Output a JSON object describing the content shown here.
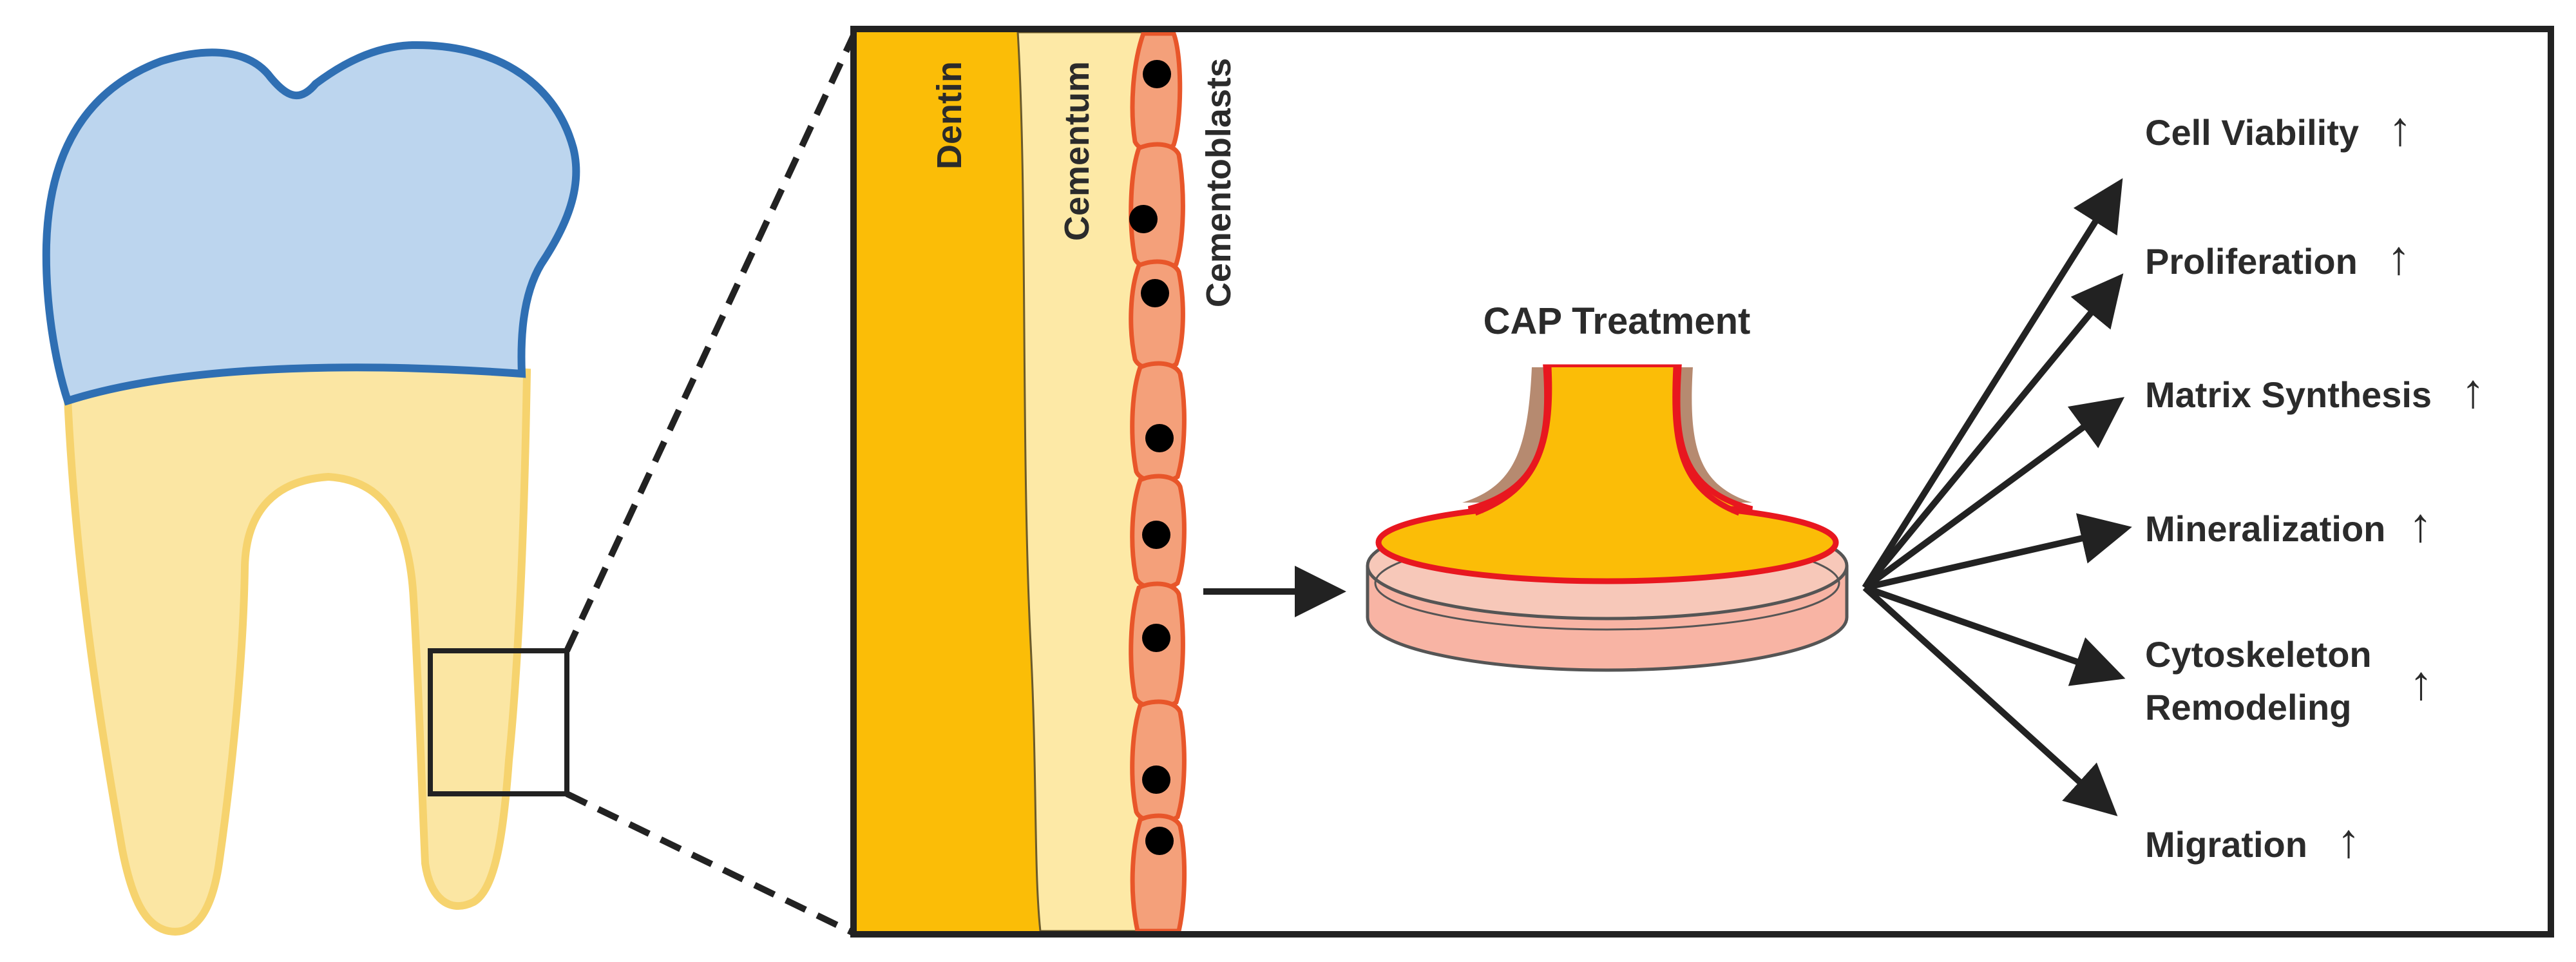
{
  "tissue_labels": {
    "dentin": "Dentin",
    "cementum": "Cementum",
    "cementoblasts": "Cementoblasts"
  },
  "treatment": {
    "label": "CAP Treatment"
  },
  "outcomes": [
    {
      "lines": [
        "Cell Viability"
      ],
      "arrow": "↑"
    },
    {
      "lines": [
        "Proliferation"
      ],
      "arrow": "↑"
    },
    {
      "lines": [
        "Matrix Synthesis"
      ],
      "arrow": "↑"
    },
    {
      "lines": [
        "Mineralization"
      ],
      "arrow": "↑"
    },
    {
      "lines": [
        "Cytoskeleton",
        "Remodeling"
      ],
      "arrow": "↑"
    },
    {
      "lines": [
        "Migration"
      ],
      "arrow": "↑"
    }
  ],
  "colors": {
    "enamel_fill": "#bcd5ee",
    "enamel_stroke": "#2f6fb3",
    "root_fill": "#fbe6a3",
    "root_stroke": "#f6d36e",
    "dentin": "#fbbd07",
    "cementum": "#fde9a6",
    "cell_fill": "#f4a07a",
    "cell_stroke": "#e8562a",
    "dish_fill": "#f8b4a4",
    "nozzle_outer": "#b68a70",
    "nozzle_inner": "#fbbd07",
    "plasma_edge": "#e8171f",
    "line": "#222222"
  }
}
